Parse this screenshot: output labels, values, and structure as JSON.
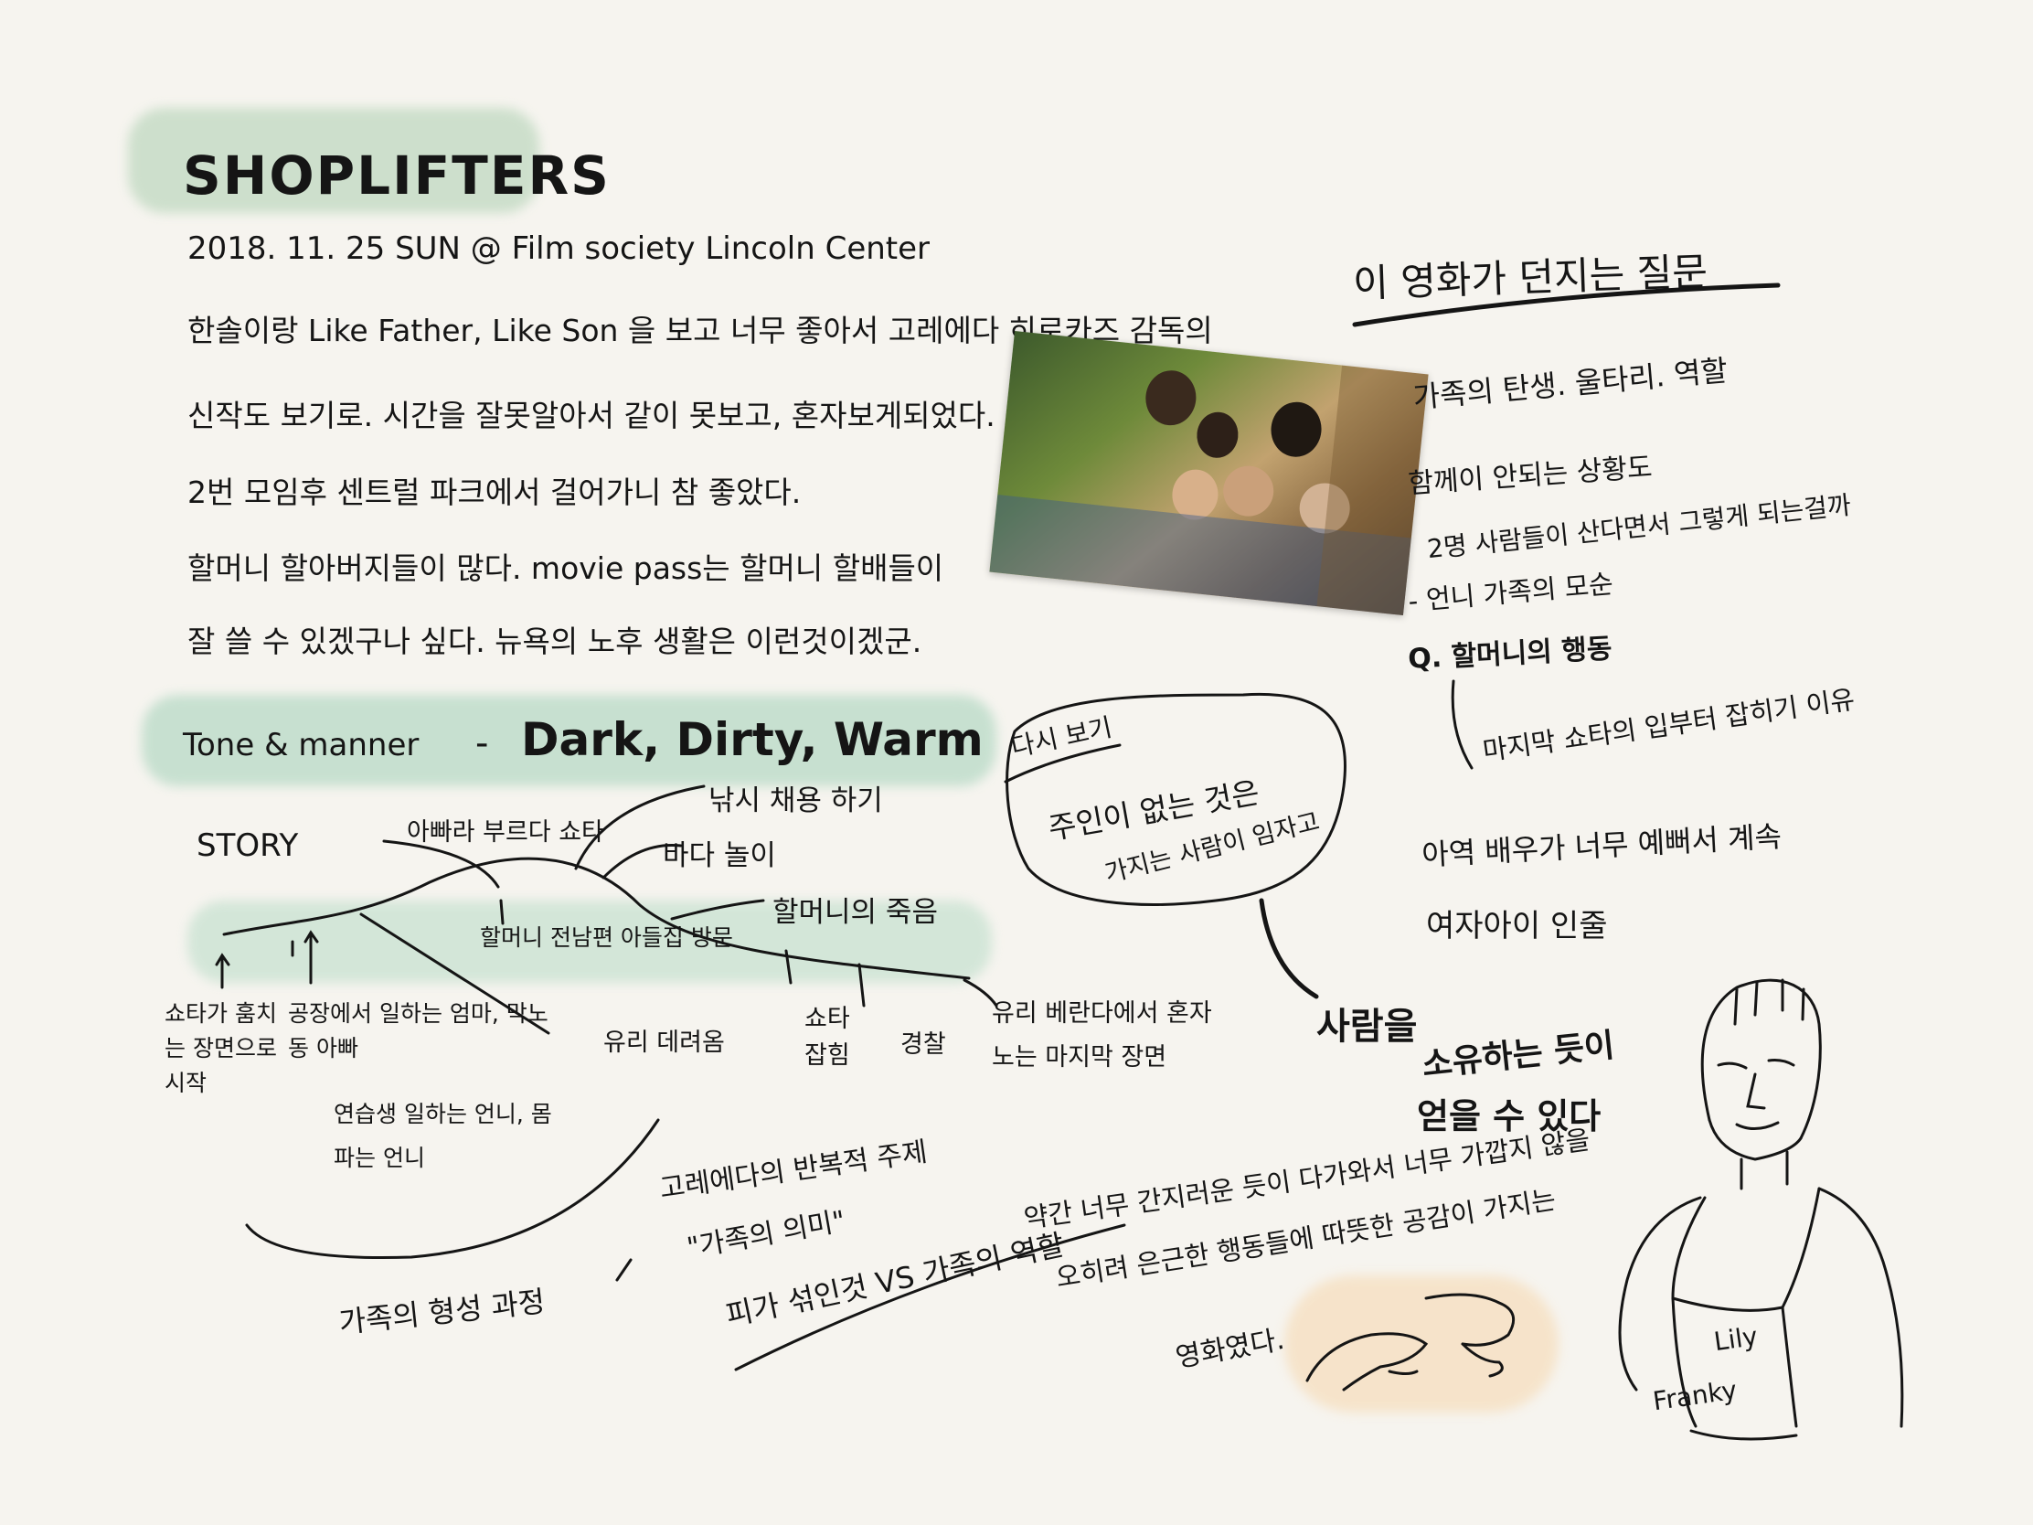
{
  "title": "SHOPLIFTERS",
  "subtitle": "2018. 11. 25 SUN @ Film society Lincoln Center",
  "diary": [
    "한솔이랑 Like Father, Like Son 을 보고 너무 좋아서 고레에다 히로카즈 감독의",
    "신작도 보기로. 시간을 잘못알아서 같이 못보고, 혼자보게되었다.",
    "2번 모임후 센트럴 파크에서 걸어가니 참 좋았다.",
    "할머니 할아버지들이 많다. movie pass는 할머니 할배들이",
    "잘 쓸 수 있겠구나 싶다. 뉴욕의 노후 생활은 이런것이겠군."
  ],
  "tone": {
    "label": "Tone & manner",
    "dash": "-",
    "value": "Dark, Dirty, Warm"
  },
  "story": {
    "label": "STORY",
    "top": [
      "아빠라 부르다 쇼타",
      "낚시 채용 하기",
      "바다 놀이",
      "할머니의 죽음"
    ],
    "bottom": [
      "쇼타가 훔치는 장면으로 시작",
      "공장에서 일하는 엄마, 막노동 아빠",
      "연습생 일하는 언니, 몸파는 언니",
      "할머니 전남편 아들집 방문",
      "유리 데려옴",
      "쇼타 잡힘",
      "경찰",
      "유리 베란다에서 혼자 노는 마지막 장면"
    ],
    "bottom_mid": "유리 데려옴"
  },
  "family_section": {
    "label": "가족의 형성 과정",
    "slash": "/",
    "line1": "고레에다의 반복적 주제",
    "line2": "\"가족의 의미\"",
    "line3": "피가 섞인것 VS 가족의 역할"
  },
  "bubble": {
    "head": "다시 보기",
    "line1": "주인이 없는 것은",
    "line2": "가지는 사람이 임자고"
  },
  "person_note": {
    "line1": "사람을",
    "line2": "소유하는 듯이",
    "line3": "얻을 수 있다"
  },
  "bottom_note": {
    "line1": "약간 너무 간지러운 듯이 다가와서 너무 가깝지 않을",
    "line2": "오히려 은근한 행동들에 따뜻한 공감이 가지는",
    "line3": "영화였다."
  },
  "questions": {
    "title": "이 영화가 던지는 질문",
    "items": [
      "가족의 탄생. 울타리. 역할",
      "함께이 안되는 상황도",
      "2명 사람들이 산다면서 그렇게 되는걸까",
      "- 언니 가족의 모순",
      "Q. 할머니의 행동"
    ],
    "last": "마지막 쇼타의 입부터 잡히기 이유"
  },
  "actress_note": {
    "line1": "아역 배우가 너무 예뻐서 계속",
    "line2": "여자아이 인줄"
  },
  "portrait_shirt": [
    "Lily",
    "Franky"
  ],
  "colors": {
    "wash_green": "#b9d9c6",
    "wash_peach": "#f6e2c6",
    "ink": "#151515"
  }
}
